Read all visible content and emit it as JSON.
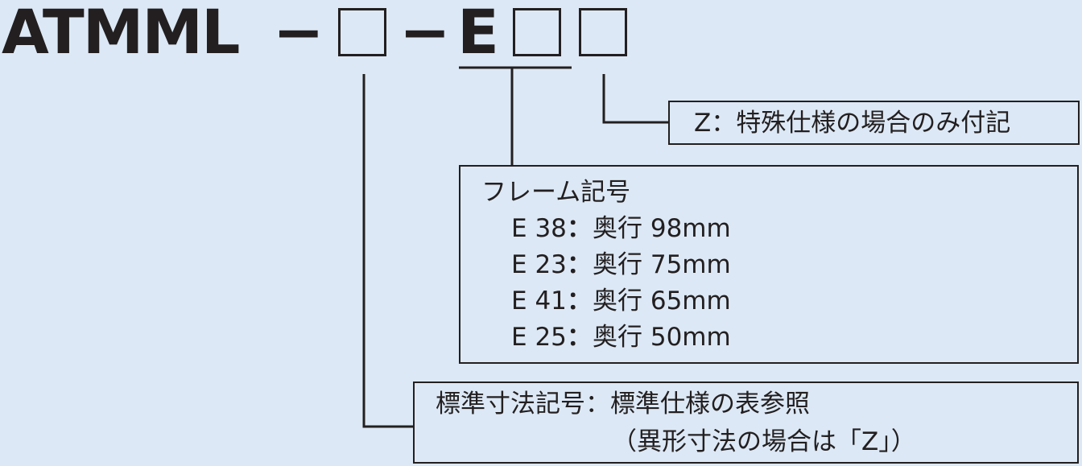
{
  "model": {
    "prefix": "ATMML",
    "separator": "−",
    "frame_letter": "E"
  },
  "callouts": {
    "special": {
      "text": "Z：特殊仕様の場合のみ付記"
    },
    "frame": {
      "title": "フレーム記号",
      "options": [
        {
          "code": "E 38",
          "separator": "：",
          "description": "奥行 98mm"
        },
        {
          "code": "E 23",
          "separator": "：",
          "description": "奥行 75mm"
        },
        {
          "code": "E 41",
          "separator": "：",
          "description": "奥行 65mm"
        },
        {
          "code": "E 25",
          "separator": "：",
          "description": "奥行 50mm"
        }
      ]
    },
    "dimension": {
      "line1": "標準寸法記号：標準仕様の表参照",
      "line2": "（異形寸法の場合は「Z」）"
    }
  },
  "colors": {
    "background": "#dce8f5",
    "ink": "#231f20"
  }
}
